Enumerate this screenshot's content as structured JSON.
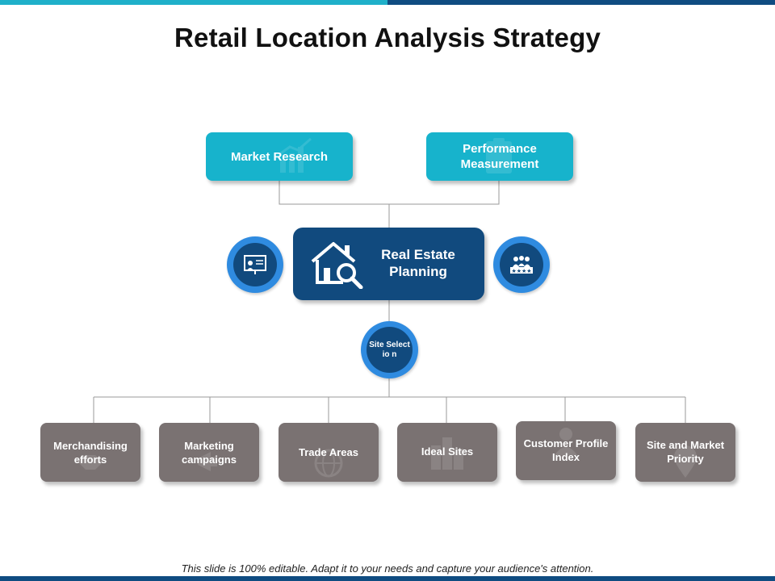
{
  "title": "Retail Location Analysis Strategy",
  "top_nodes": [
    {
      "label": "Market Research",
      "icon": "bar-chart-growth-icon"
    },
    {
      "label": "Performance Measurement",
      "icon": "clipboard-icon"
    }
  ],
  "center_node": {
    "label": "Real Estate Planning",
    "icon": "house-search-icon"
  },
  "side_icons": [
    {
      "icon": "presentation-board-icon"
    },
    {
      "icon": "team-rating-icon"
    }
  ],
  "site_selection": {
    "label": "Site Selectio n"
  },
  "bottom_nodes": [
    {
      "label": "Merchandising efforts",
      "icon": "handshake-icon"
    },
    {
      "label": "Marketing campaigns",
      "icon": "megaphone-icon"
    },
    {
      "label": "Trade Areas",
      "icon": "globe-icon"
    },
    {
      "label": "Ideal Sites",
      "icon": "buildings-icon"
    },
    {
      "label": "Customer Profile Index",
      "icon": "person-icon"
    },
    {
      "label": "Site and Market Priority",
      "icon": "location-pin-icon"
    }
  ],
  "footer": "This slide is 100% editable. Adapt it to your needs and capture your audience's attention.",
  "colors": {
    "teal": "#17b3cc",
    "navy": "#114a7e",
    "blue_ring": "#2f8be0",
    "grey": "#7a7272"
  }
}
